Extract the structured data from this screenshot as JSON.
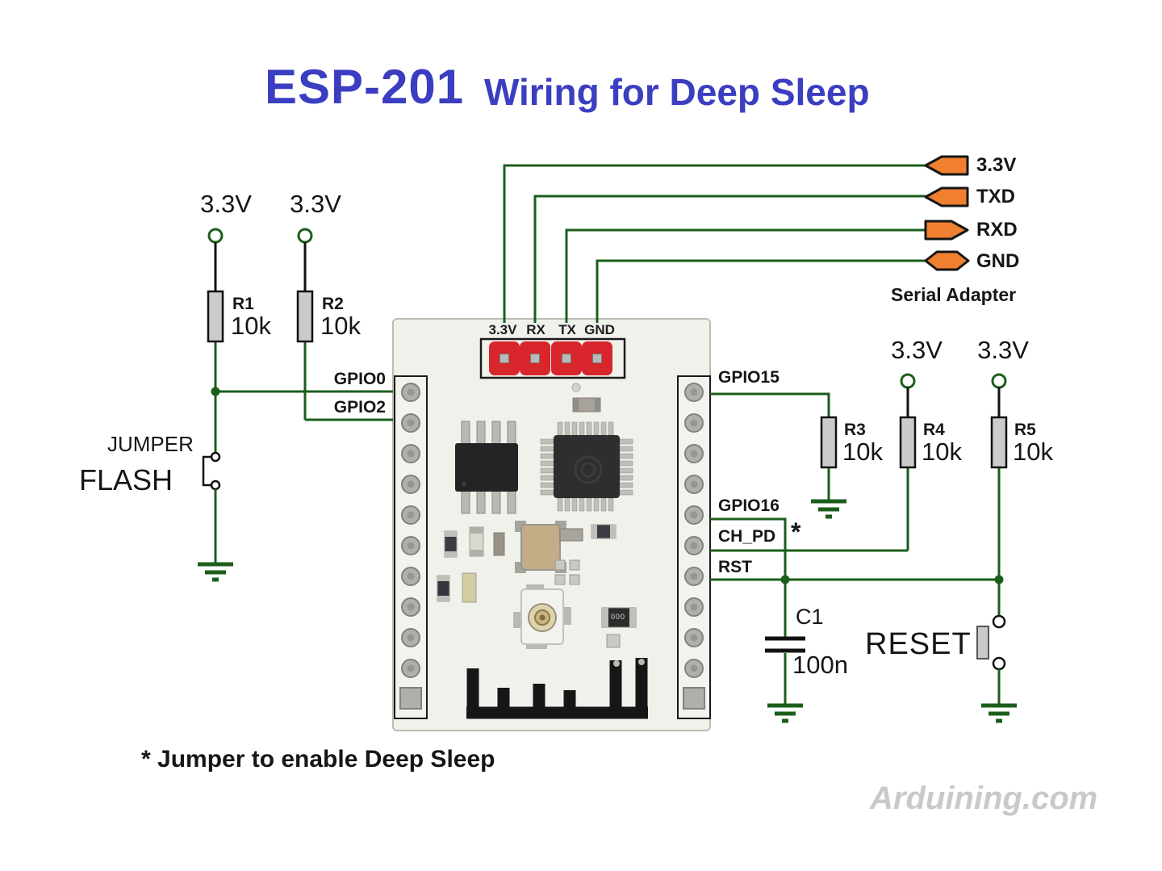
{
  "title": {
    "model": "ESP-201",
    "subtitle": "Wiring for Deep Sleep"
  },
  "colors": {
    "title_blue": "#3b3ec0",
    "wire_green": "#1b5e1b",
    "lead_black": "#111111",
    "connector_orange": "#f08030",
    "pcb_pin_red": "#d8262c",
    "resistor_gray": "#cbcbcb",
    "watermark_gray": "#c9c9c9"
  },
  "left": {
    "rail1_label": "3.3V",
    "rail2_label": "3.3V",
    "r1": {
      "ref": "R1",
      "value": "10k"
    },
    "r2": {
      "ref": "R2",
      "value": "10k"
    },
    "jumper_label": "JUMPER",
    "flash_label": "FLASH",
    "gpio0": "GPIO0",
    "gpio2": "GPIO2"
  },
  "serial": {
    "caption": "Serial Adapter",
    "pins": [
      {
        "label": "3.3V",
        "arrow": "left"
      },
      {
        "label": "TXD",
        "arrow": "left"
      },
      {
        "label": "RXD",
        "arrow": "right"
      },
      {
        "label": "GND",
        "arrow": "both"
      }
    ]
  },
  "board": {
    "header_pins": [
      "3.3V",
      "RX",
      "TX",
      "GND"
    ],
    "smd_marking": "000"
  },
  "right": {
    "gpio15": "GPIO15",
    "gpio16": "GPIO16",
    "ch_pd": "CH_PD",
    "rst": "RST",
    "asterisk": "*",
    "rail4_label": "3.3V",
    "rail5_label": "3.3V",
    "r3": {
      "ref": "R3",
      "value": "10k"
    },
    "r4": {
      "ref": "R4",
      "value": "10k"
    },
    "r5": {
      "ref": "R5",
      "value": "10k"
    },
    "c1": {
      "ref": "C1",
      "value": "100n"
    },
    "reset_label": "RESET"
  },
  "footnote": "* Jumper to enable Deep Sleep",
  "watermark": "Arduining.com"
}
